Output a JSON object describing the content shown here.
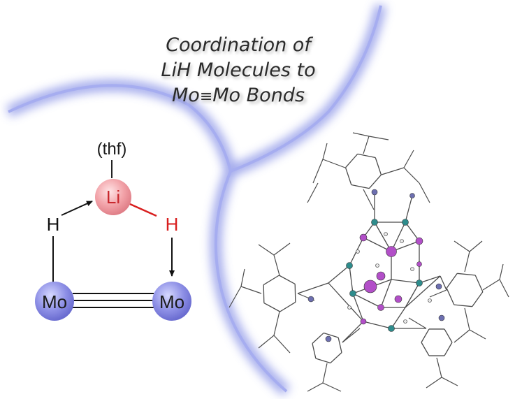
{
  "title": {
    "line1": "Coordination of",
    "line2": "LiH Molecules to",
    "line3_a": "Mo",
    "line3_bond": "≡",
    "line3_b": "Mo Bonds"
  },
  "scheme": {
    "thf_label": "(thf)",
    "li_label": "Li",
    "h_left_label": "H",
    "h_right_label": "H",
    "mo_left_label": "Mo",
    "mo_right_label": "Mo"
  },
  "colors": {
    "glow": "#8f98e8",
    "li_atom": "#f2a2a8",
    "mo_atom": "#8e90e6",
    "h_right": "#d81e1e",
    "atom_teal": "#2e8c8c",
    "atom_violet": "#b24fc8",
    "atom_slate": "#6d6fb0"
  }
}
